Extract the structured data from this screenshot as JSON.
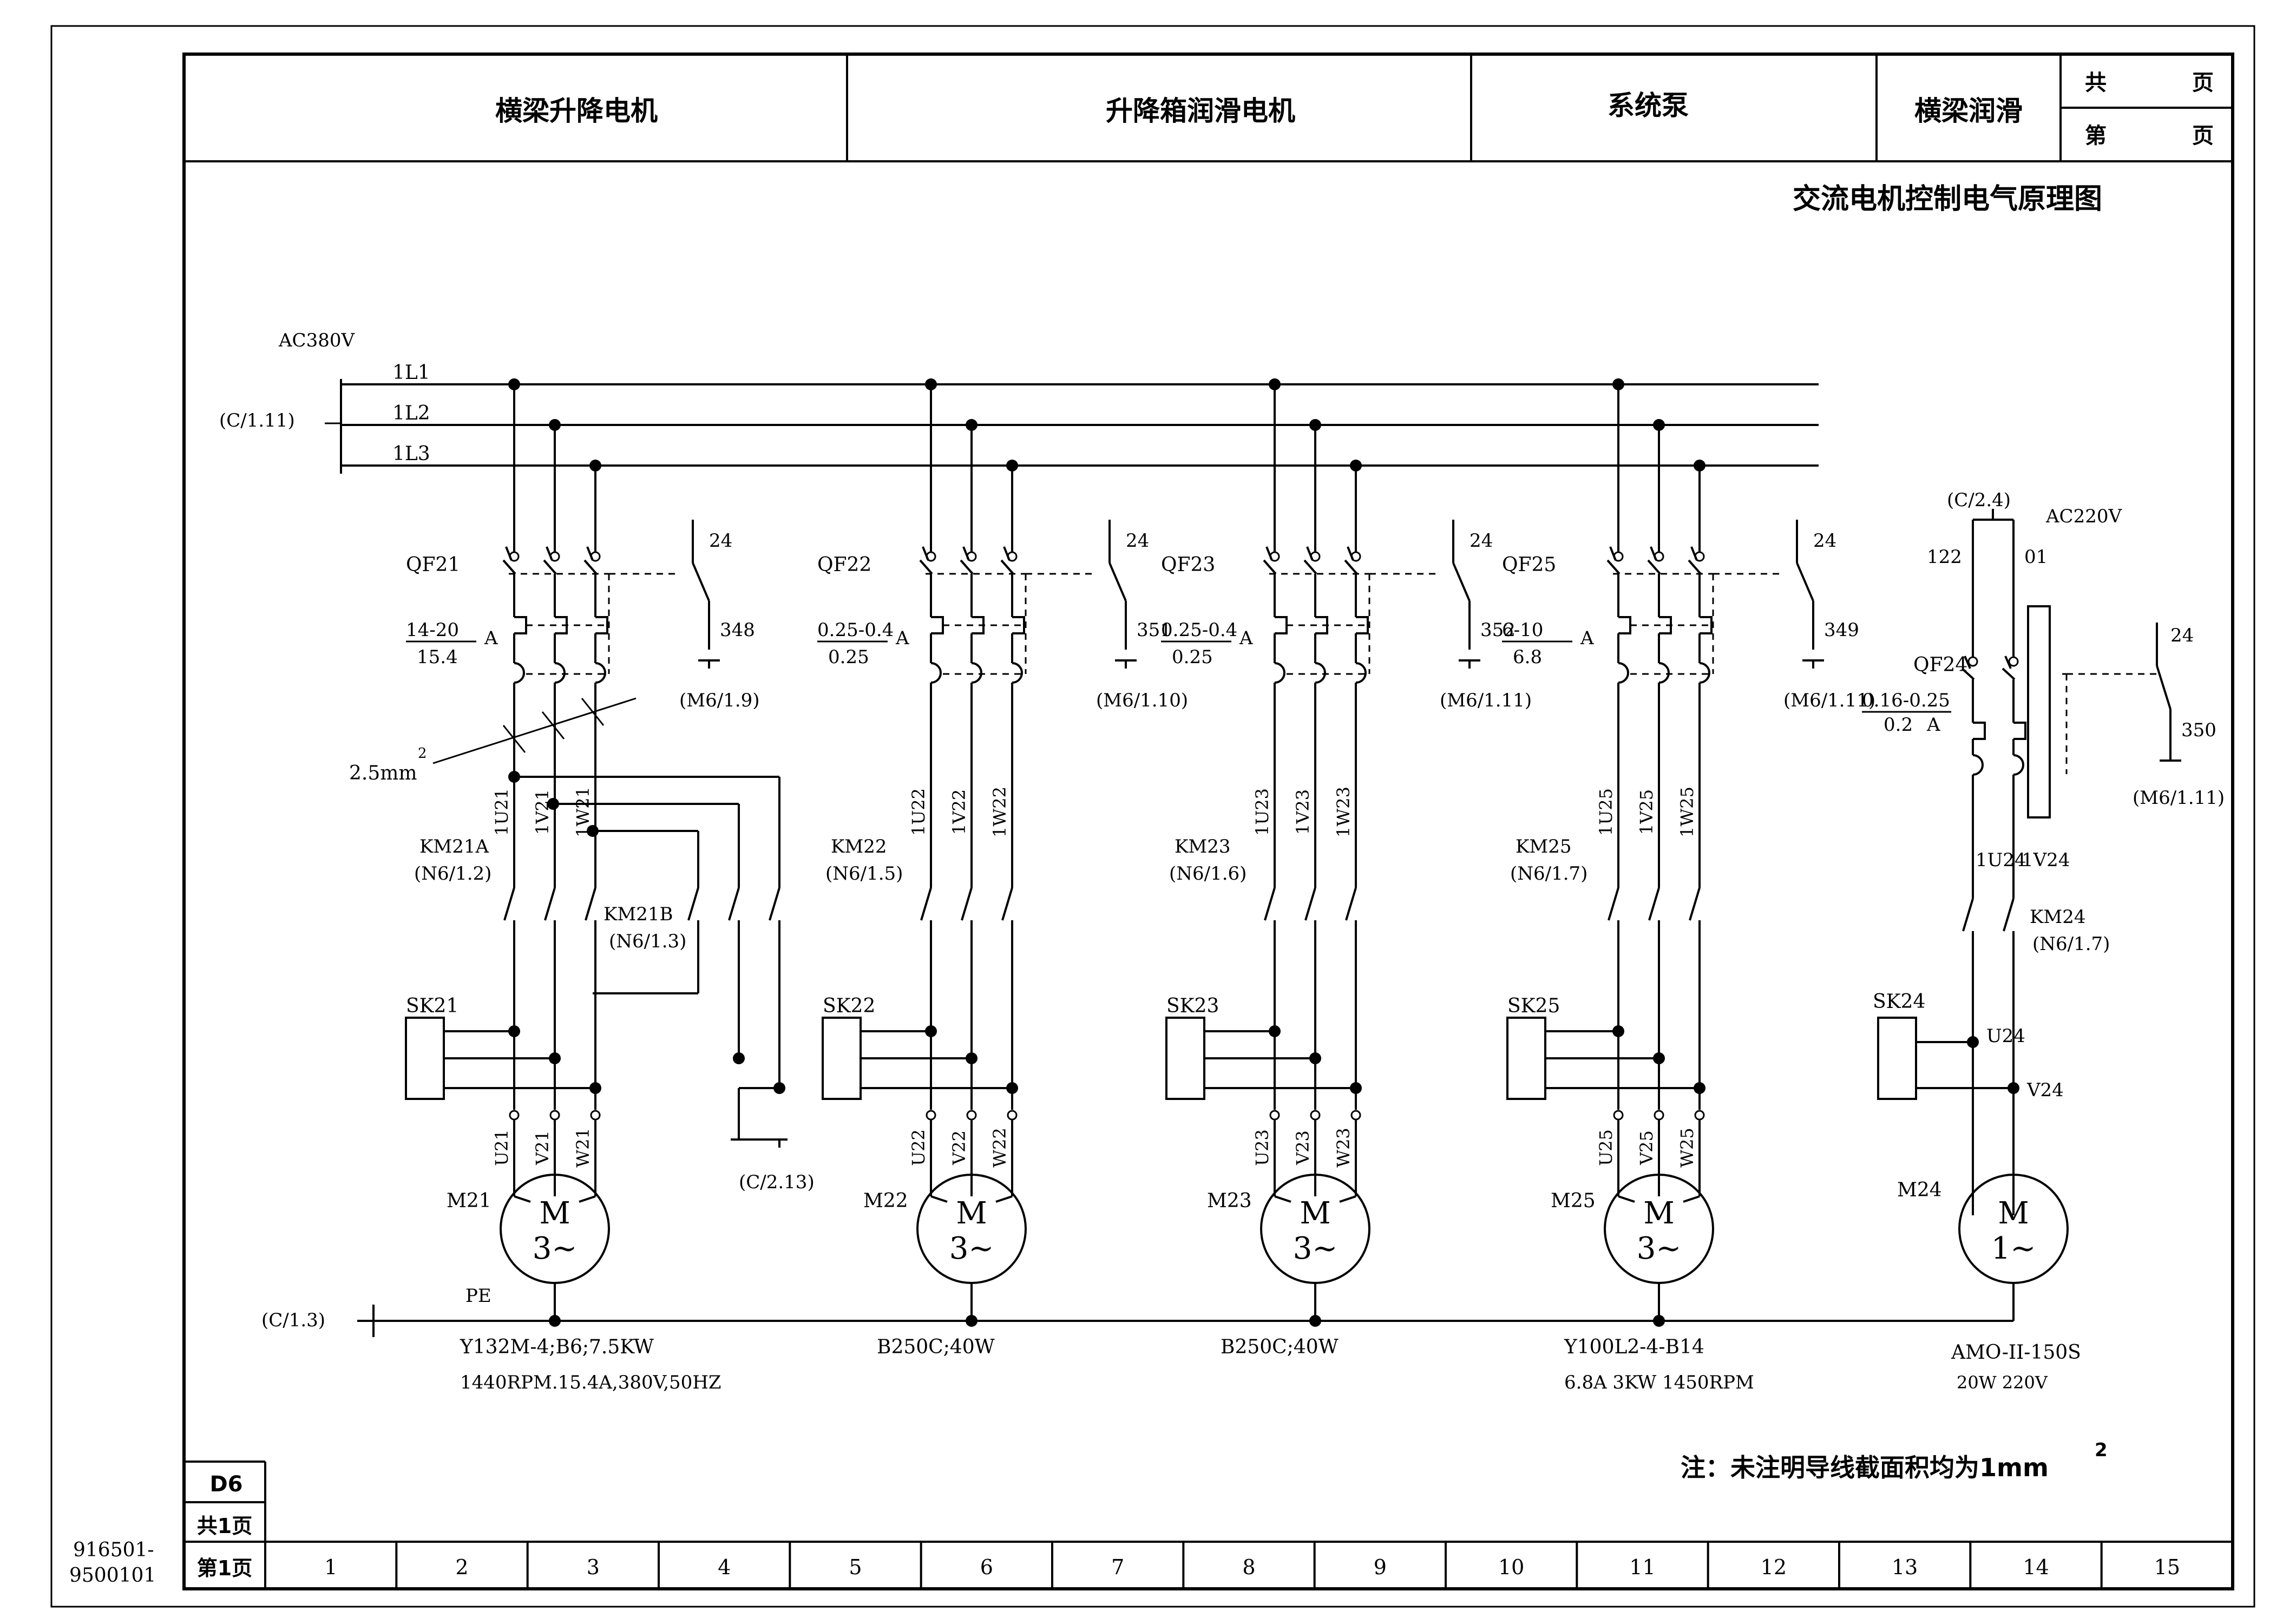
{
  "header": {
    "col1": "横梁升降电机",
    "col2": "升降箱润滑电机",
    "col3": "系统泵",
    "col4": "横梁润滑",
    "total_pages_label": "共",
    "page_label": "第",
    "page_unit": "页"
  },
  "drawing_title": "交流电机控制电气原理图",
  "supply": {
    "voltage": "AC380V",
    "ref": "(C/1.11)",
    "lines": [
      "1L1",
      "1L2",
      "1L3"
    ]
  },
  "branches": [
    {
      "breaker": "QF21",
      "range": "14-20",
      "setting": "15.4",
      "unit": "A",
      "aux_top": "24",
      "aux_wire": "348",
      "aux_ref": "(M6/1.9)",
      "wires": [
        "1U21",
        "1V21",
        "1W21"
      ],
      "contactor": "KM21A",
      "contactor_ref": "(N6/1.2)",
      "contactor2": "KM21B",
      "contactor2_ref": "(N6/1.3)",
      "sensor": "SK21",
      "terminals": [
        "U21",
        "V21",
        "W21"
      ],
      "motor": "M21",
      "motor_m": "M",
      "motor_phase": "3~",
      "spec1": "Y132M-4;B6;7.5KW",
      "spec2": "1440RPM.15.4A,380V,50HZ"
    },
    {
      "breaker": "QF22",
      "range": "0.25-0.4",
      "setting": "0.25",
      "unit": "A",
      "aux_top": "24",
      "aux_wire": "351",
      "aux_ref": "(M6/1.10)",
      "wires": [
        "1U22",
        "1V22",
        "1W22"
      ],
      "contactor": "KM22",
      "contactor_ref": "(N6/1.5)",
      "sensor": "SK22",
      "terminals": [
        "U22",
        "V22",
        "W22"
      ],
      "motor": "M22",
      "motor_m": "M",
      "motor_phase": "3~",
      "spec1": "B250C;40W"
    },
    {
      "breaker": "QF23",
      "range": "0.25-0.4",
      "setting": "0.25",
      "unit": "A",
      "aux_top": "24",
      "aux_wire": "352",
      "aux_ref": "(M6/1.11)",
      "wires": [
        "1U23",
        "1V23",
        "1W23"
      ],
      "contactor": "KM23",
      "contactor_ref": "(N6/1.6)",
      "sensor": "SK23",
      "terminals": [
        "U23",
        "V23",
        "W23"
      ],
      "motor": "M23",
      "motor_m": "M",
      "motor_phase": "3~",
      "spec1": "B250C;40W"
    },
    {
      "breaker": "QF25",
      "range": "6-10",
      "setting": "6.8",
      "unit": "A",
      "aux_top": "24",
      "aux_wire": "349",
      "aux_ref": "(M6/1.11)",
      "wires": [
        "1U25",
        "1V25",
        "1W25"
      ],
      "contactor": "KM25",
      "contactor_ref": "(N6/1.7)",
      "sensor": "SK25",
      "terminals": [
        "U25",
        "V25",
        "W25"
      ],
      "motor": "M25",
      "motor_m": "M",
      "motor_phase": "3~",
      "spec1": "Y100L2-4-B14",
      "spec2": "6.8A 3KW 1450RPM"
    }
  ],
  "single_phase": {
    "supply_ref": "(C/2.4)",
    "voltage": "AC220V",
    "wires_in": [
      "122",
      "01"
    ],
    "breaker": "QF24",
    "range": "0.16-0.25",
    "setting": "0.2",
    "unit": "A",
    "aux_top": "24",
    "aux_wire": "350",
    "aux_ref": "(M6/1.11)",
    "wires": [
      "1U24",
      "1V24"
    ],
    "contactor": "KM24",
    "contactor_ref": "(N6/1.7)",
    "sensor": "SK24",
    "terminals": [
      "U24",
      "V24"
    ],
    "motor": "M24",
    "motor_m": "M",
    "motor_phase": "1~",
    "spec1": "AMO-II-150S",
    "spec2": "20W 220V"
  },
  "misc": {
    "wire_size": "2.5mm",
    "wire_size_sup": "2",
    "pe_label": "PE",
    "pe_ref": "(C/1.3)",
    "km21b_out_ref": "(C/2.13)",
    "note": "注：未注明导线截面积均为1mm",
    "note_sup": "2"
  },
  "title_block": {
    "sheet_code": "D6",
    "total": "共1页",
    "current": "第1页",
    "drawing_no_1": "916501-",
    "drawing_no_2": "9500101"
  },
  "grid_numbers": [
    "1",
    "2",
    "3",
    "4",
    "5",
    "6",
    "7",
    "8",
    "9",
    "10",
    "11",
    "12",
    "13",
    "14",
    "15"
  ]
}
